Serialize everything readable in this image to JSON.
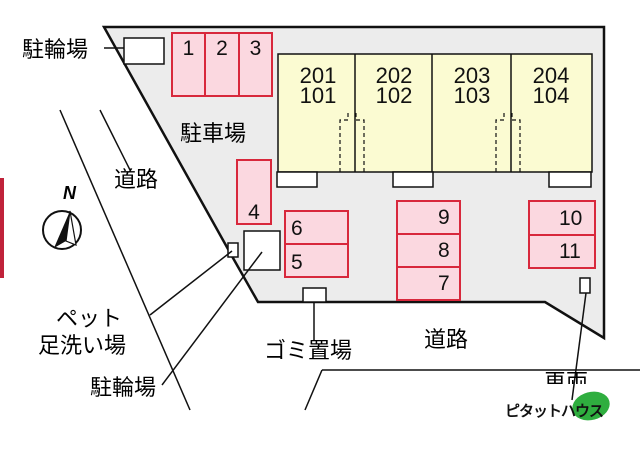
{
  "colors": {
    "lot": "#ececec",
    "building": "#fbfbd2",
    "parking_fill": "#fbd8e0",
    "parking_stroke": "#d8283c",
    "brand_green": "#2fae3f",
    "side_mark": "#c0223a"
  },
  "labels": {
    "bike_parking_top": "駐輪場",
    "parking": "駐車場",
    "road_left": "道路",
    "compass_n": "N",
    "pet_wash_line1": "ペット",
    "pet_wash_line2": "足洗い場",
    "bike_parking_bottom": "駐輪場",
    "garbage": "ゴミ置場",
    "road_bottom": "道路",
    "cut_text": "車両",
    "brand": "ピタットハウス"
  },
  "units": [
    {
      "upper": "201",
      "lower": "101"
    },
    {
      "upper": "202",
      "lower": "102"
    },
    {
      "upper": "203",
      "lower": "103"
    },
    {
      "upper": "204",
      "lower": "104"
    }
  ],
  "parking_spaces": [
    "1",
    "2",
    "3",
    "4",
    "5",
    "6",
    "7",
    "8",
    "9",
    "10",
    "11"
  ]
}
